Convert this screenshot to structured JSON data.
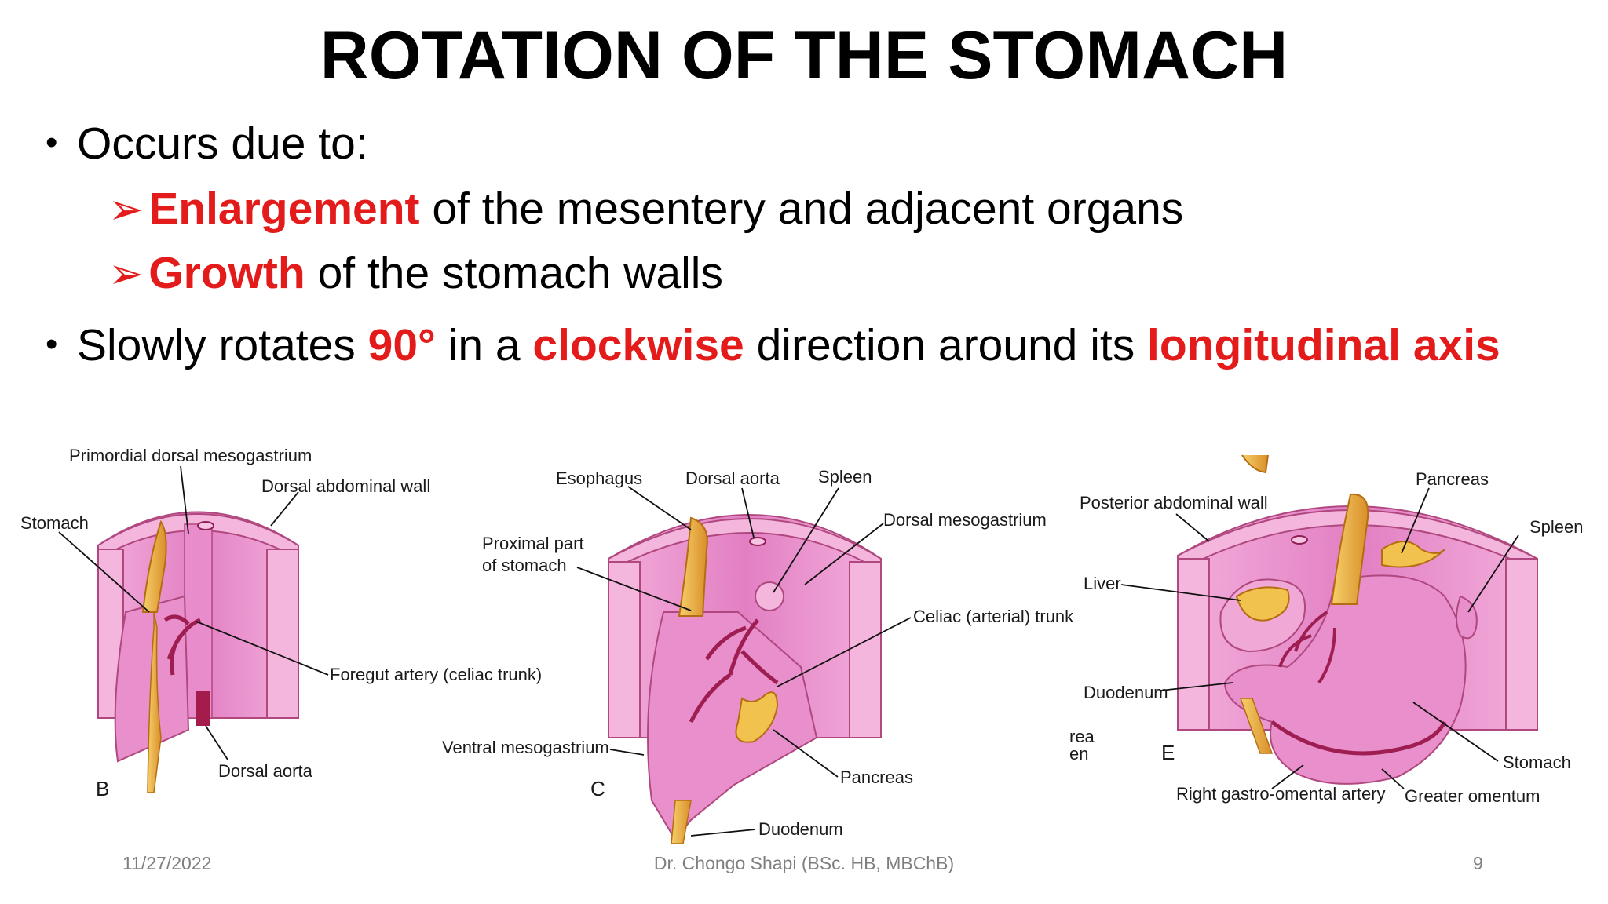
{
  "title": "ROTATION OF THE STOMACH",
  "bullets": {
    "b1": {
      "text": "Occurs due to:"
    },
    "sub1": {
      "bold": "Enlargement",
      "rest": " of the mesentery and adjacent organs"
    },
    "sub2": {
      "bold": "Growth",
      "rest": " of the stomach walls"
    },
    "b2": {
      "t1": "Slowly rotates ",
      "r1": "90°",
      "t2": " in a ",
      "r2": "clockwise",
      "t3": " direction around its ",
      "r3": "longitudinal axis"
    }
  },
  "figure": {
    "B": {
      "letter": "B",
      "labels": {
        "primordial": "Primordial dorsal mesogastrium",
        "dorsal_wall": "Dorsal abdominal wall",
        "stomach": "Stomach",
        "foregut": "Foregut artery (celiac trunk)",
        "aorta": "Dorsal aorta"
      }
    },
    "C": {
      "letter": "C",
      "labels": {
        "esophagus": "Esophagus",
        "aorta": "Dorsal aorta",
        "spleen": "Spleen",
        "dorsal_meso": "Dorsal mesogastrium",
        "proximal1": "Proximal part",
        "proximal2": "of stomach",
        "celiac": "Celiac (arterial) trunk",
        "ventral": "Ventral mesogastrium",
        "pancreas": "Pancreas",
        "duodenum": "Duodenum"
      }
    },
    "E": {
      "letter": "E",
      "labels": {
        "pancreas": "Pancreas",
        "posterior": "Posterior abdominal wall",
        "spleen": "Spleen",
        "liver": "Liver",
        "duodenum": "Duodenum",
        "cut1": "rea",
        "cut2": "en",
        "stomach": "Stomach",
        "gastro": "Right gastro-omental artery",
        "omentum": "Greater omentum"
      }
    }
  },
  "footer": {
    "date": "11/27/2022",
    "author": "Dr. Chongo Shapi (BSc. HB, MBChB)",
    "page": "9"
  },
  "colors": {
    "accent_red": "#e31b1b",
    "tissue_pink": "#e88fcc",
    "tissue_light": "#f4b6dd",
    "organ_yellow": "#f2b84a",
    "artery": "#9e1e52"
  }
}
